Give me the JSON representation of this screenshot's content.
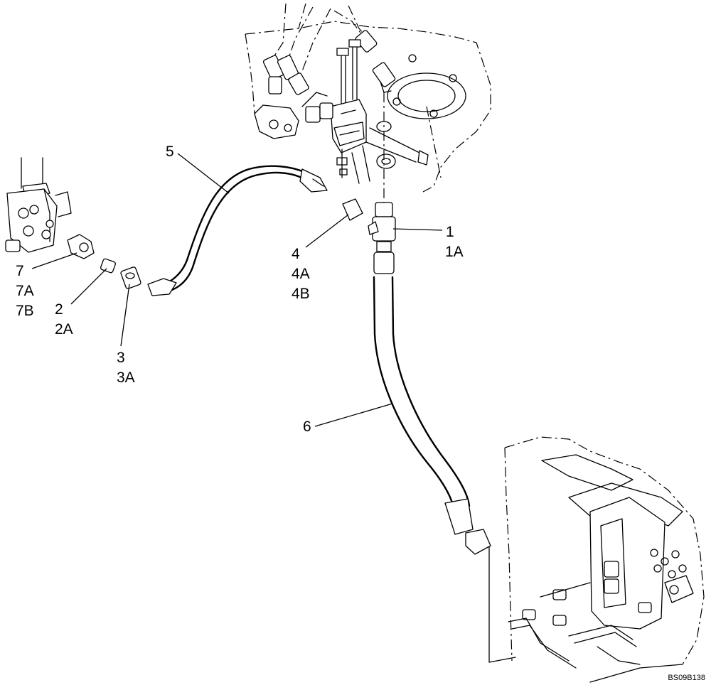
{
  "diagram": {
    "callouts": [
      {
        "id": "item-1",
        "labels": [
          "1",
          "1A"
        ]
      },
      {
        "id": "item-2",
        "labels": [
          "2",
          "2A"
        ]
      },
      {
        "id": "item-3",
        "labels": [
          "3",
          "3A"
        ]
      },
      {
        "id": "item-4",
        "labels": [
          "4",
          "4A",
          "4B"
        ]
      },
      {
        "id": "item-5",
        "labels": [
          "5"
        ]
      },
      {
        "id": "item-6",
        "labels": [
          "6"
        ]
      },
      {
        "id": "item-7",
        "labels": [
          "7",
          "7A",
          "7B"
        ]
      }
    ],
    "reference_code": "BS09B138"
  }
}
